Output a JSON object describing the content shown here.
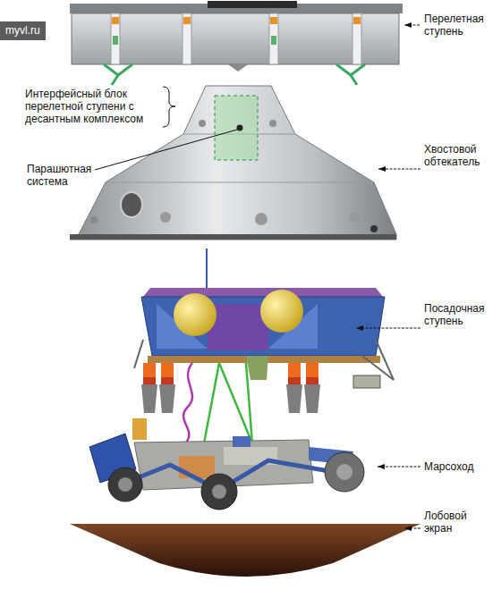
{
  "diagram": {
    "labels": [
      "myvl.ru",
      "Перелетная ступень",
      "Интерфейсный блок перелетной ступени с десантным комплексом",
      "Парашютная система",
      "Хвостовой обтекатель",
      "Посадочная ступень",
      "Марсоход",
      "Лобовой экран"
    ]
  }
}
